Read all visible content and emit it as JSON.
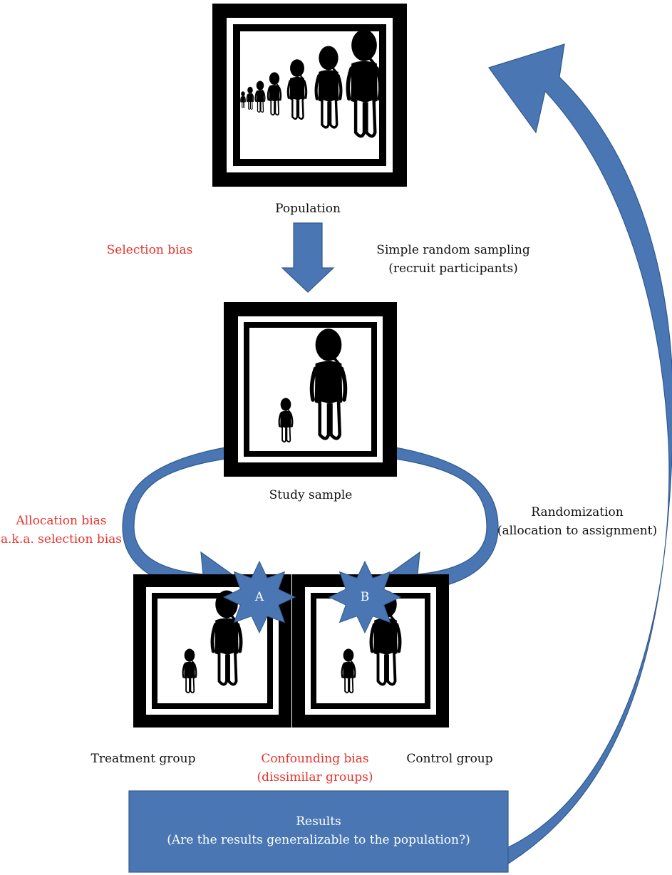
{
  "colors": {
    "arrow_fill": "#4a77b4",
    "arrow_stroke": "#2f5a8e",
    "bias_text": "#e8302a",
    "frame": "#000000"
  },
  "icons": {
    "figure": "person-silhouette-icon",
    "badge": "eight-point-star-icon"
  },
  "labels": {
    "population": "Population",
    "selection_bias": "Selection bias",
    "sampling_line1": "Simple random sampling",
    "sampling_line2": "(recruit participants)",
    "study_sample": "Study sample",
    "allocation_bias_line1": "Allocation bias",
    "allocation_bias_line2": "a.k.a. selection bias",
    "randomization_line1": "Randomization",
    "randomization_line2": "(allocation to assignment)",
    "badge_a": "A",
    "badge_b": "B",
    "treatment_group": "Treatment group",
    "confounding_line1": "Confounding bias",
    "confounding_line2": "(dissimilar groups)",
    "control_group": "Control group",
    "results_line1": "Results",
    "results_line2": "(Are the results generalizable to the population?)"
  }
}
